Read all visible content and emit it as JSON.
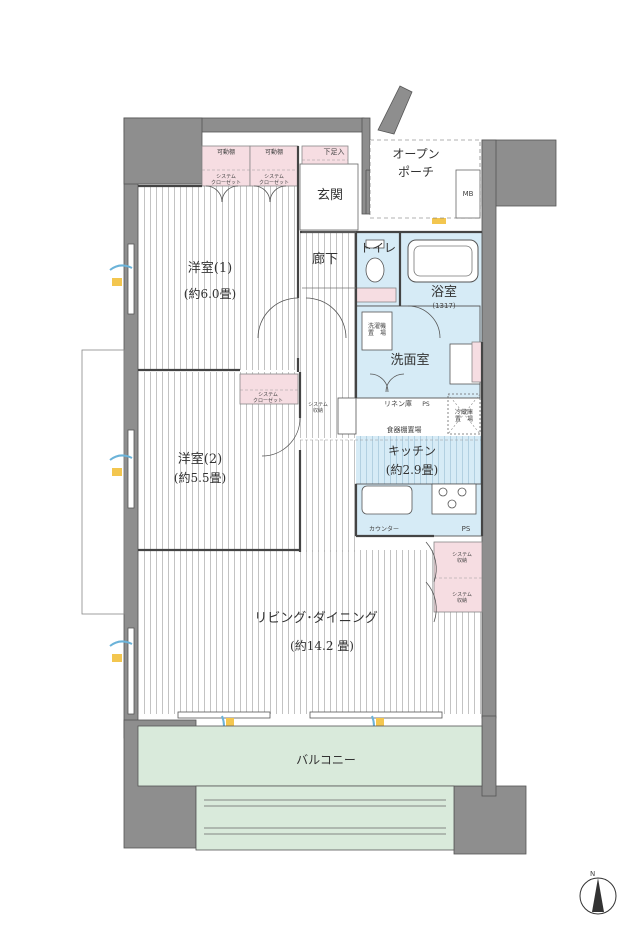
{
  "colors": {
    "wall": "#8c8c8c",
    "floor_lines": "#b8b8b8",
    "wet_area": "#d6ebf6",
    "storage": "#f6dde2",
    "balcony": "#d9eadb",
    "window_blue": "#6bb3d9",
    "window_yellow": "#f3c64f"
  },
  "rooms": {
    "room1": {
      "name": "洋室(1)",
      "size": "(約6.0畳)"
    },
    "room2": {
      "name": "洋室(2)",
      "size": "(約5.5畳)"
    },
    "ldk": {
      "name": "リビング･ダイニング",
      "size": "(約14.2 畳)"
    },
    "kitchen": {
      "name": "キッチン",
      "size": "(約2.9畳)"
    },
    "entrance": "玄関",
    "hallway": "廊下",
    "toilet": "トイレ",
    "bath": {
      "name": "浴室",
      "size": "(1317)"
    },
    "washroom": "洗面室",
    "porch": {
      "line1": "オープン",
      "line2": "ポーチ"
    },
    "balcony": "バルコニー"
  },
  "labels": {
    "shelf1": "可動棚",
    "shelf2": "可動棚",
    "shoe": "下足入",
    "closet1": "システム\nクローゼット",
    "closet2": "システム\nクローゼット",
    "closet3": "システム\nクローゼット",
    "sys_storage_hall": "システム\n収納",
    "mb": "MB",
    "washer": "洗濯機\n置　場",
    "linen": "リネン庫",
    "ps1": "PS",
    "ps2": "PS",
    "fridge": "冷蔵庫\n置　場",
    "dish": "食器棚置場",
    "counter": "カウンター",
    "sys_storage1": "システム\n収納",
    "sys_storage2": "システム\n収納",
    "north": "N"
  }
}
